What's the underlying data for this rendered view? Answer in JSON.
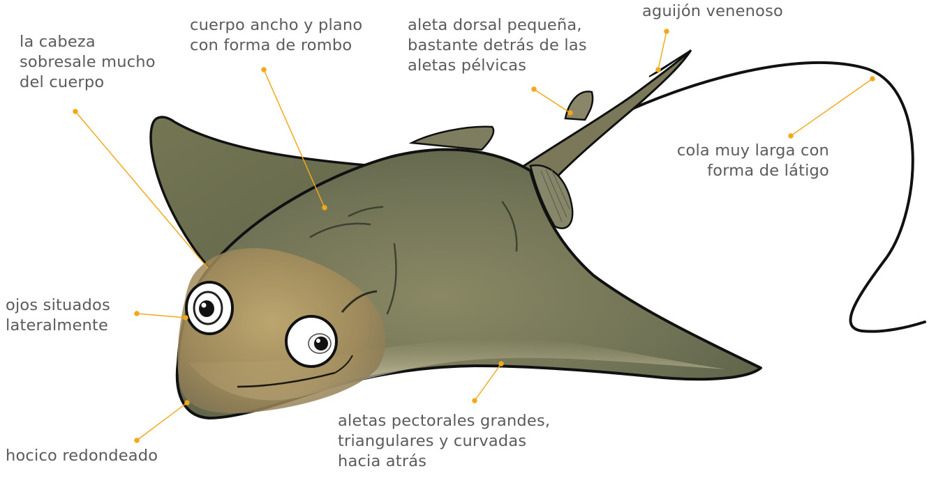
{
  "colors": {
    "leader": "#f2a81d",
    "text": "#5b5b5b",
    "outline": "#111111",
    "body": "#77775a",
    "body_dark": "#5e6348",
    "snout": "#b49a63",
    "belly": "#e9e1c6"
  },
  "labels": {
    "head": [
      "la cabeza",
      "sobresale mucho",
      "del cuerpo"
    ],
    "body": [
      "cuerpo ancho y plano",
      "con forma de rombo"
    ],
    "dorsal": [
      "aleta dorsal pequeña,",
      "bastante detrás de las",
      "aletas pélvicas"
    ],
    "stinger": [
      "aguijón venenoso"
    ],
    "tail": [
      "cola muy larga con",
      "forma de látigo"
    ],
    "eyes": [
      "ojos situados",
      "lateralmente"
    ],
    "snout": [
      "hocico redondeado"
    ],
    "pectoral": [
      "aletas pectorales grandes,",
      "triangulares y curvadas",
      "hacia atrás"
    ]
  }
}
